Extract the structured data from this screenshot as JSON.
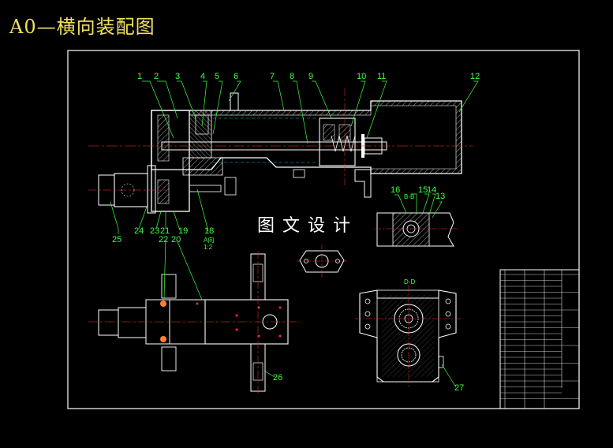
{
  "title": "A0—横向装配图",
  "watermark": "图文设计",
  "callouts": [
    "1",
    "2",
    "3",
    "4",
    "5",
    "6",
    "7",
    "8",
    "9",
    "10",
    "11",
    "12",
    "13",
    "14",
    "15",
    "16",
    "18",
    "19",
    "20",
    "21",
    "22",
    "23",
    "24",
    "25",
    "26",
    "27"
  ],
  "section_labels": {
    "bb": "B-B",
    "dd": "D-D",
    "view_a": "A向",
    "scale": "1:2"
  },
  "colors": {
    "background": "#000000",
    "border": "#ffffff",
    "outline": "#ffffff",
    "callout": "#40ff40",
    "centerline": "#ff3030",
    "hidden": "#00c8c8",
    "hatch": "#c8c8c8",
    "title": "#f0e060"
  }
}
